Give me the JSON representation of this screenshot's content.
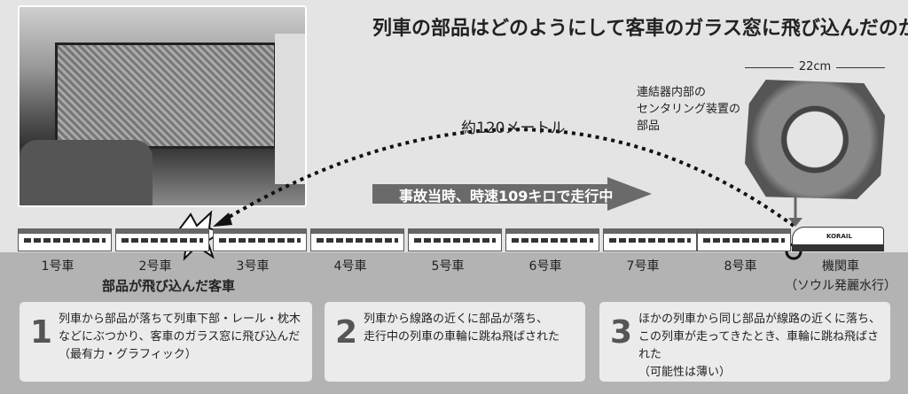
{
  "title": "列車の部品はどのようにして客車のガラス窓に飛び込んだのか",
  "distance": "約120メートル",
  "speed": "事故当時、時速109キロで走行中",
  "part": {
    "label": [
      "連結器内部の",
      "センタリング装置の",
      "部品"
    ],
    "size": "22cm"
  },
  "cars": [
    "1号車",
    "2号車",
    "3号車",
    "4号車",
    "5号車",
    "6号車",
    "7号車",
    "8号車",
    "機関車"
  ],
  "hit_car_label": "部品が飛び込んだ客車",
  "loco_dest": "（ソウル発麗水行）",
  "loco_logo": "KORAIL",
  "scenarios": [
    {
      "num": "1",
      "lines": [
        "列車から部品が落ちて列車下部・レール・枕木",
        "などにぶつかり、客車のガラス窓に飛び込んだ",
        "（最有力・グラフィック）"
      ]
    },
    {
      "num": "2",
      "lines": [
        "列車から線路の近くに部品が落ち、",
        "走行中の列車の車輪に跳ね飛ばされた"
      ]
    },
    {
      "num": "3",
      "lines": [
        "ほかの列車から同じ部品が線路の近くに落ち、",
        "この列車が走ってきたとき、車輪に跳ね飛ばされた",
        "（可能性は薄い）"
      ]
    }
  ]
}
